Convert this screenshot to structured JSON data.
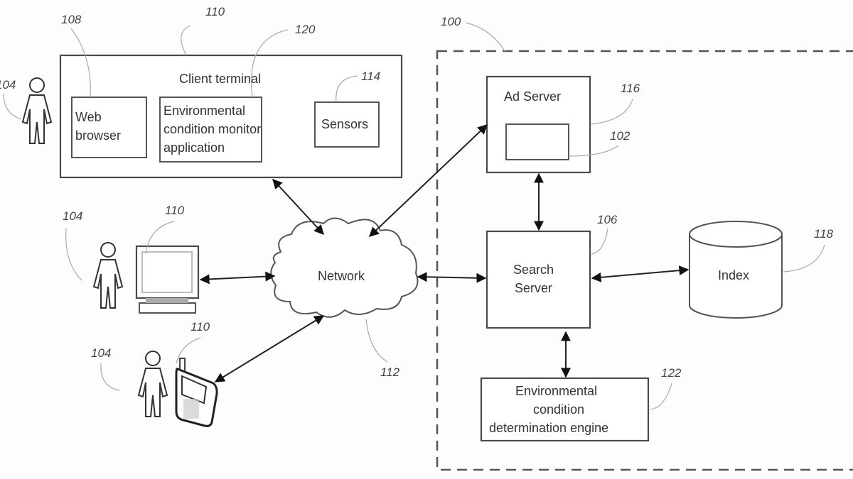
{
  "diagram": {
    "system_ref": "100",
    "client_terminal": {
      "title": "Client terminal",
      "ref": "110",
      "web_browser": {
        "lines": [
          "Web",
          "browser"
        ],
        "ref": "108"
      },
      "monitor_app": {
        "lines": [
          "Environmental",
          "condition monitor",
          "application"
        ],
        "ref": "120"
      },
      "sensors": {
        "label": "Sensors",
        "ref": "114"
      }
    },
    "users": [
      {
        "ref": "104"
      },
      {
        "ref": "104"
      },
      {
        "ref": "104"
      }
    ],
    "desktop_ref": "110",
    "mobile_ref": "110",
    "network": {
      "label": "Network",
      "ref": "112"
    },
    "ad_server": {
      "label": "Ad Server",
      "ref": "116",
      "inner_ref": "102"
    },
    "search_server": {
      "lines": [
        "Search",
        "Server"
      ],
      "ref": "106"
    },
    "index": {
      "label": "Index",
      "ref": "118"
    },
    "engine": {
      "lines": [
        "Environmental",
        "condition",
        "determination engine"
      ],
      "ref": "122"
    }
  }
}
